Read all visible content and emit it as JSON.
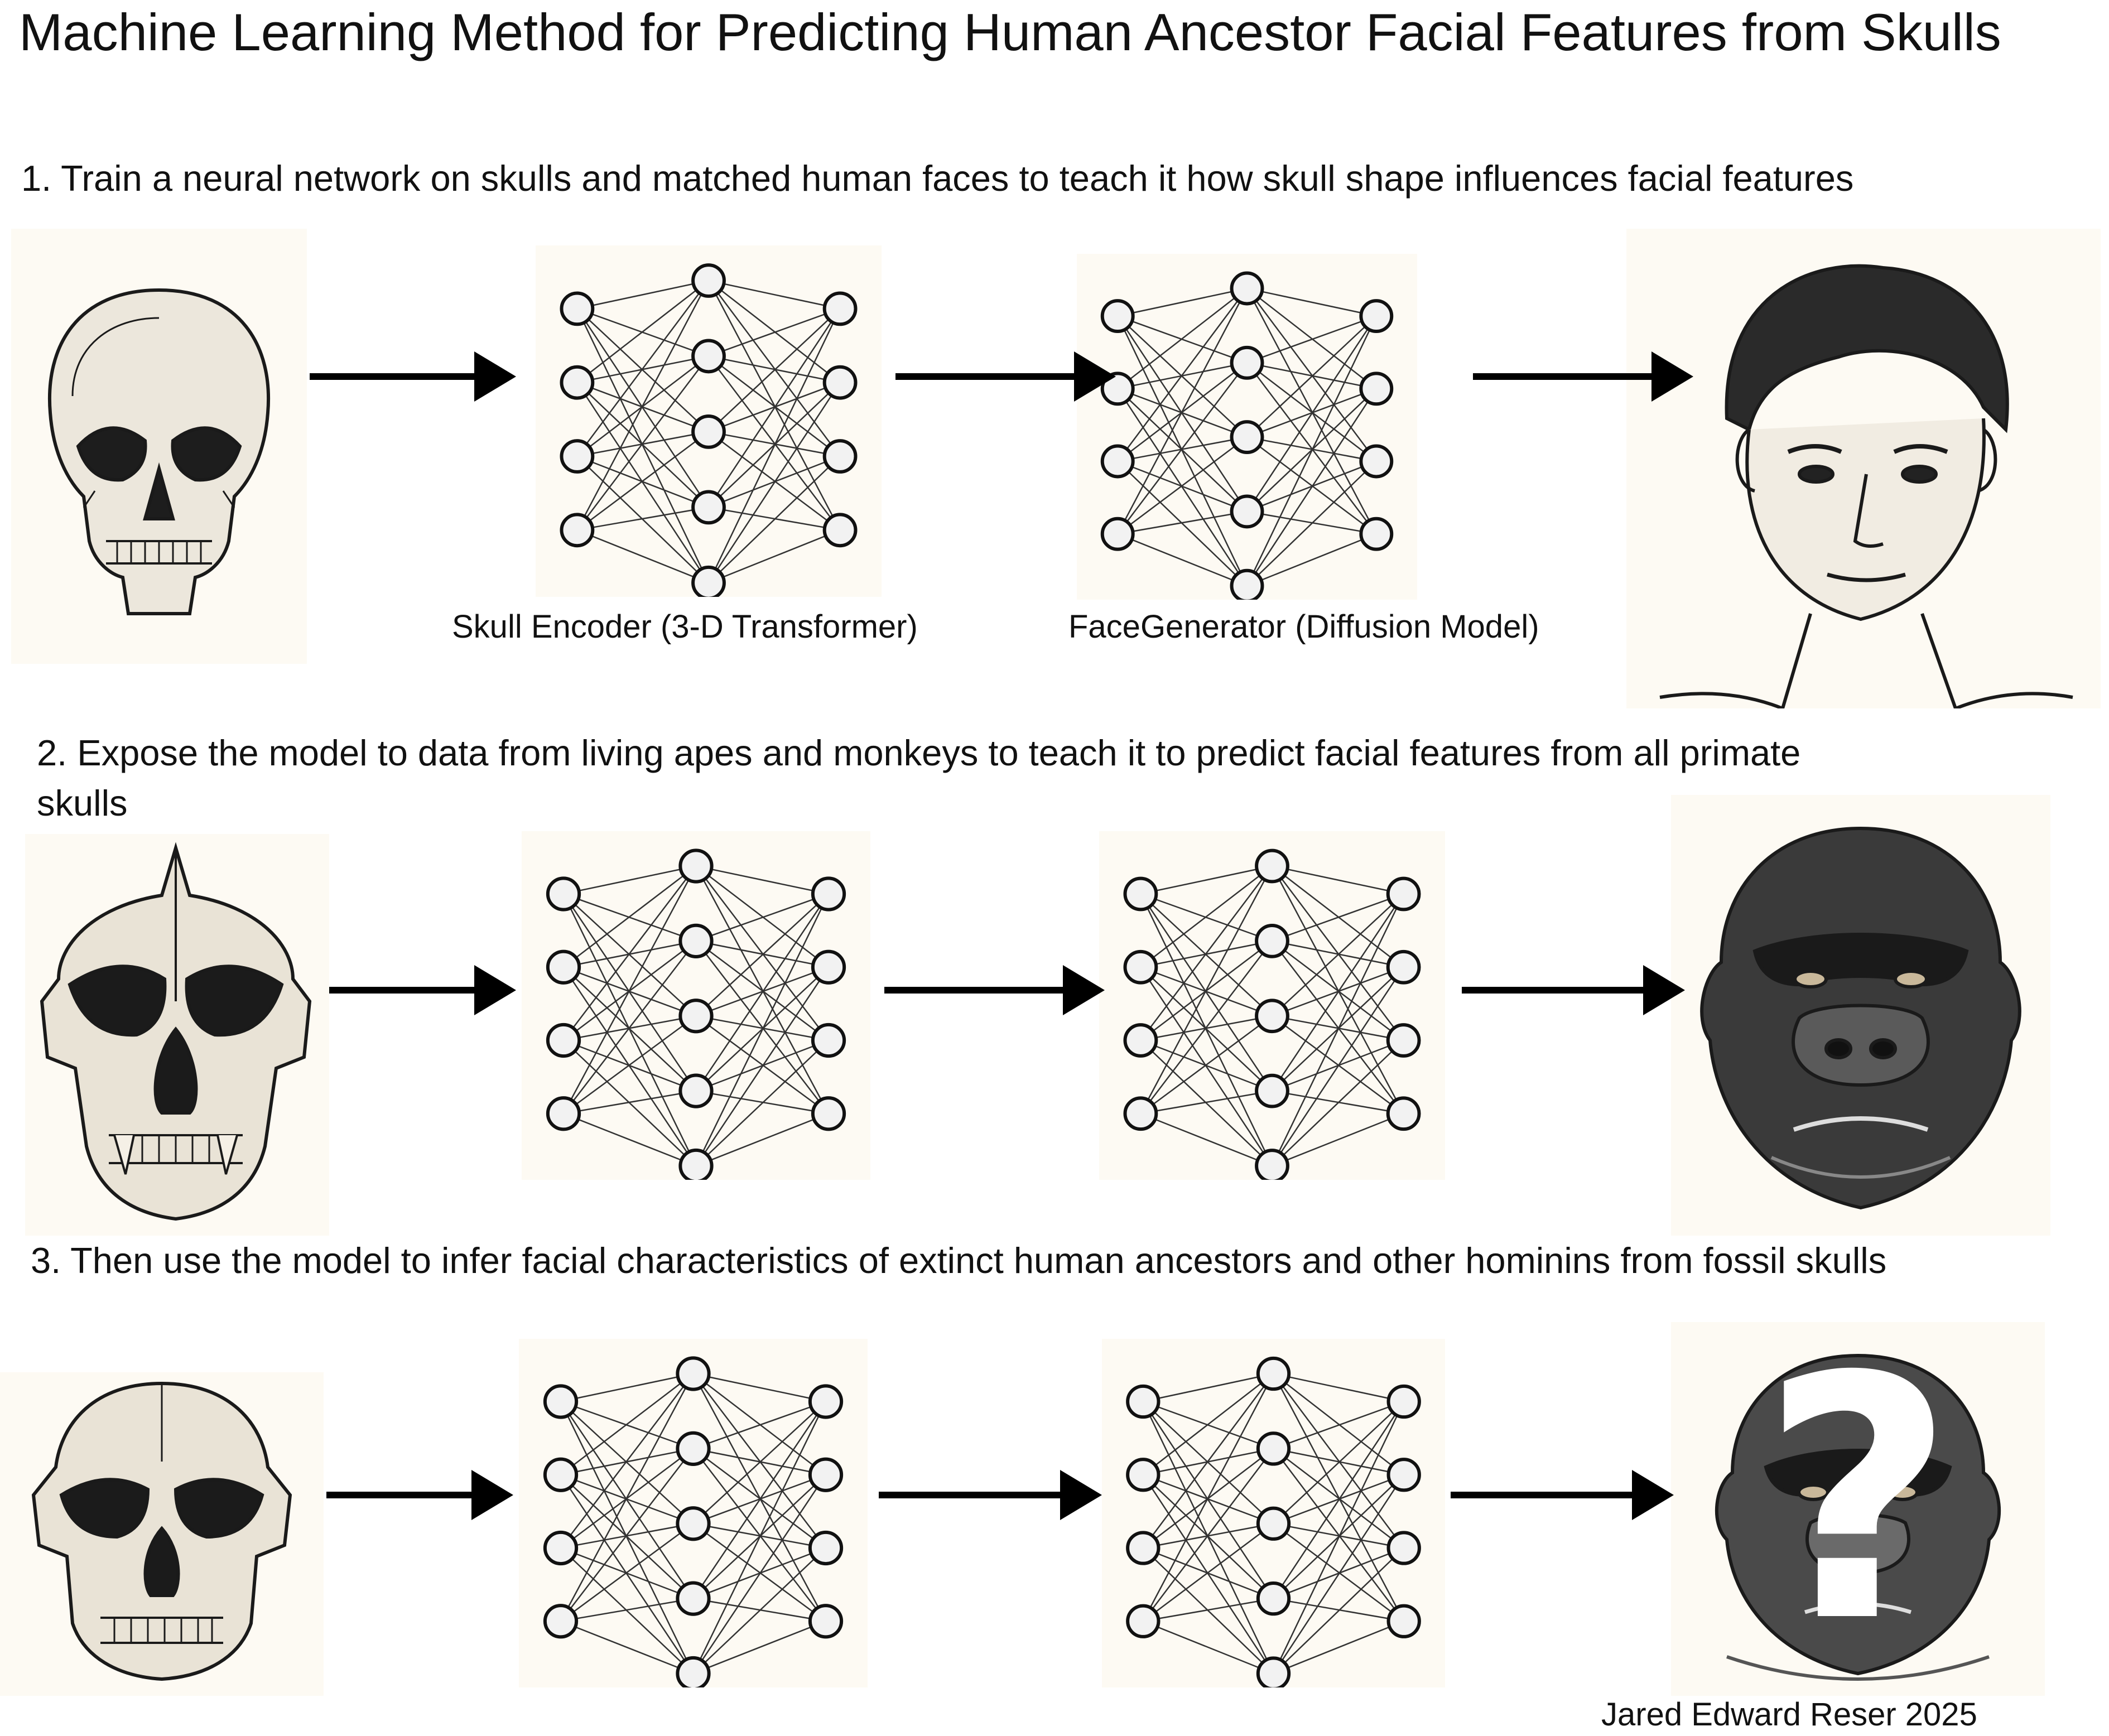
{
  "title": "Machine Learning Method for Predicting Human Ancestor Facial Features from Skulls",
  "steps": [
    {
      "text": "1. Train a neural network on skulls and matched human faces to teach it how skull shape influences facial features"
    },
    {
      "text_line1": "2. Expose the model to data from living apes and monkeys to teach it to predict facial features from all primate",
      "text_line2": "skulls"
    },
    {
      "text": "3. Then use the model to infer facial characteristics of extinct human ancestors and other hominins from fossil skulls"
    }
  ],
  "labels": {
    "encoder": "Skull Encoder (3-D Transformer)",
    "generator": "FaceGenerator (Diffusion Model)"
  },
  "credit": "Jared Edward Reser 2025",
  "unknown_mark": "?",
  "colors": {
    "ink": "#111111",
    "paper": "#fdfaf3",
    "node_fill": "#f2f2f2"
  },
  "icons": [
    "human-skull-icon",
    "human-face-icon",
    "gorilla-skull-icon",
    "gorilla-face-icon",
    "fossil-skull-icon",
    "hominin-face-icon",
    "neural-network-icon",
    "arrow-right-icon"
  ]
}
